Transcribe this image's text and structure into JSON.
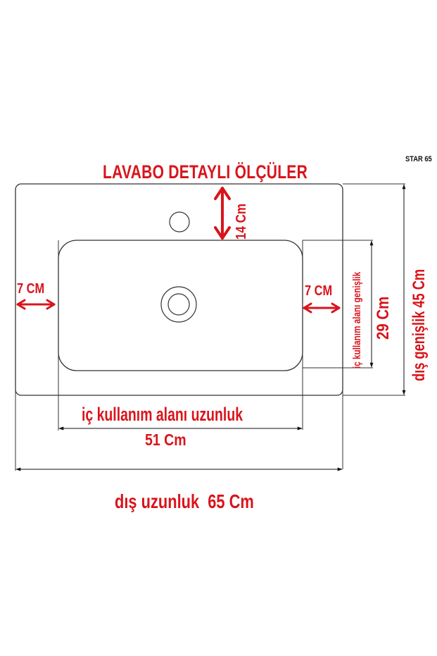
{
  "title": "LAVABO DETAYLI ÖLÇÜLER",
  "model": "STAR 65",
  "colors": {
    "annotation": "#d9141b",
    "line": "#333333",
    "background": "#ffffff"
  },
  "dimensions": {
    "tap_to_bowl": "14 Cm",
    "left_rim": "7 CM",
    "right_rim": "7 CM",
    "inner_width_label": "iç kullanım alanı genişlik",
    "inner_width_value": "29 Cm",
    "outer_width": "dış genişlik 45 Cm",
    "inner_length_label": "iç kullanım alanı uzunluk",
    "inner_length_value": "51 Cm",
    "outer_length": "dış uzunluk  65 Cm"
  },
  "parts": [
    "outer-basin-outline",
    "inner-bowl-outline",
    "tap-hole",
    "drain"
  ]
}
